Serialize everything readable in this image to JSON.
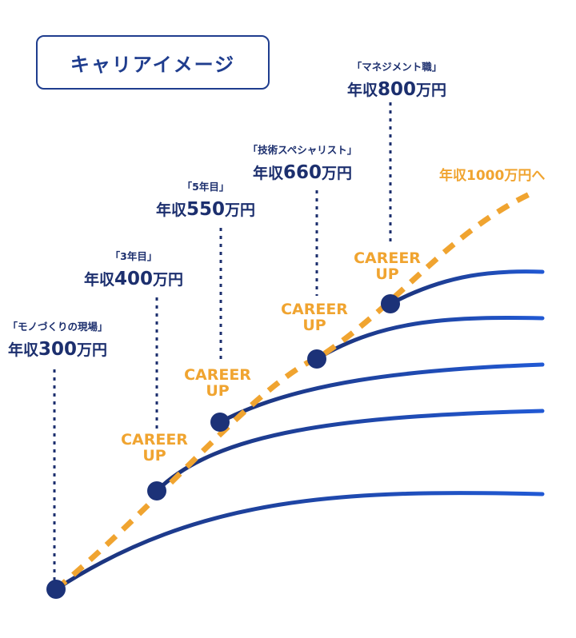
{
  "title": "キャリアイメージ",
  "career_up": {
    "line1": "CAREER",
    "line2": "UP"
  },
  "goal": "年収1000万円へ",
  "stages": [
    {
      "caption": "「モノづくりの現場」",
      "prefix": "年収",
      "amount": "300",
      "suffix": "万円"
    },
    {
      "caption": "「3年目」",
      "prefix": "年収",
      "amount": "400",
      "suffix": "万円"
    },
    {
      "caption": "「5年目」",
      "prefix": "年収",
      "amount": "550",
      "suffix": "万円"
    },
    {
      "caption": "「技術スペシャリスト」",
      "prefix": "年収",
      "amount": "660",
      "suffix": "万円"
    },
    {
      "caption": "「マネジメント職」",
      "prefix": "年収",
      "amount": "800",
      "suffix": "万円"
    }
  ],
  "colors": {
    "curve": "#1f4bb8",
    "node": "#1c3278",
    "dashed": "#f0a430",
    "text": "#1c2f6e"
  }
}
